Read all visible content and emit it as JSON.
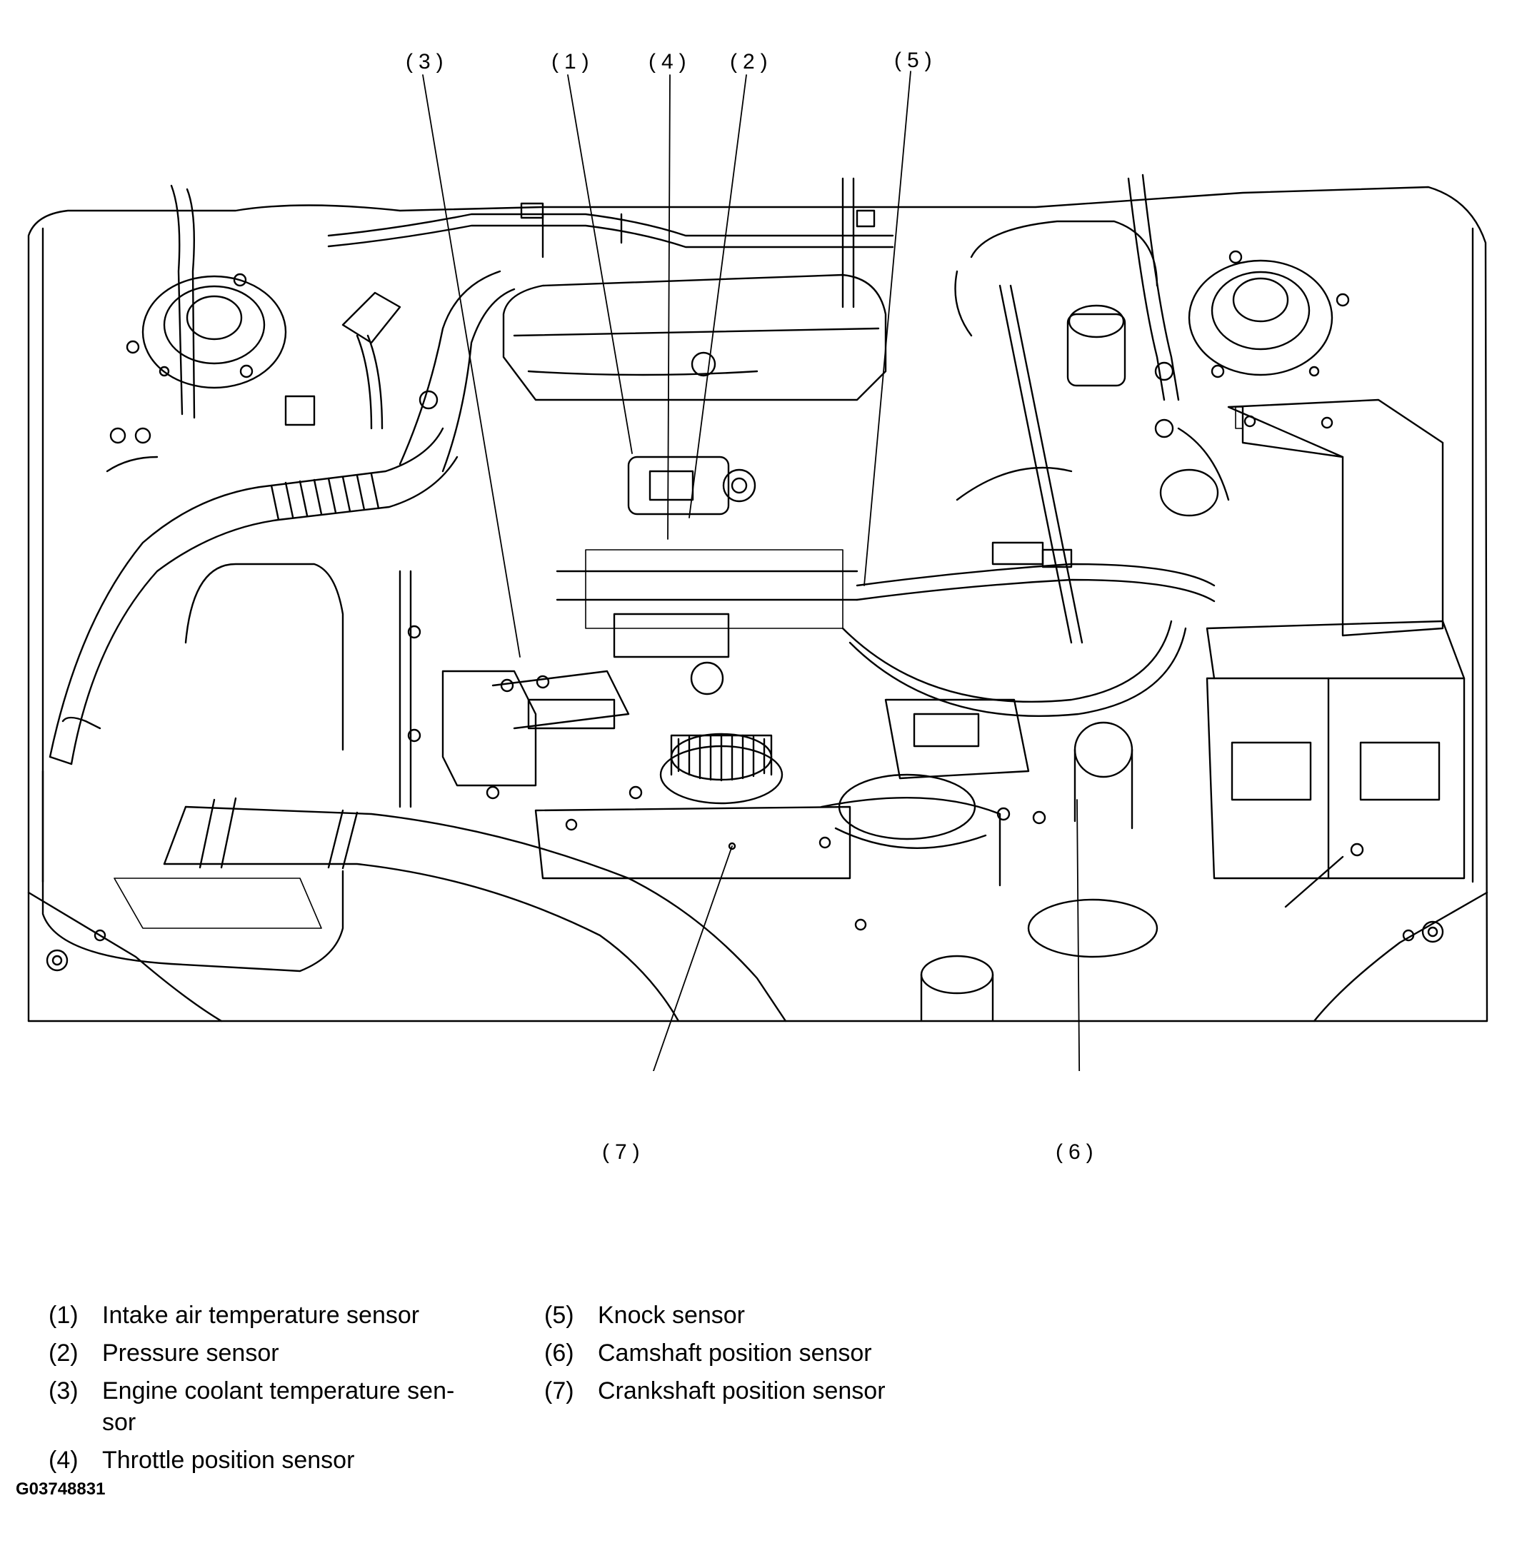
{
  "figure": {
    "id": "G03748831",
    "callouts": [
      "(1)",
      "(2)",
      "(3)",
      "(4)",
      "(5)",
      "(6)",
      "(7)"
    ]
  },
  "legend": [
    {
      "num": "(1)",
      "text": "Intake air temperature sensor"
    },
    {
      "num": "(2)",
      "text": "Pressure sensor"
    },
    {
      "num": "(3)",
      "text": "Engine coolant temperature sen- sor"
    },
    {
      "num": "(4)",
      "text": "Throttle position sensor"
    },
    {
      "num": "(5)",
      "text": "Knock sensor"
    },
    {
      "num": "(6)",
      "text": "Camshaft position sensor"
    },
    {
      "num": "(7)",
      "text": "Crankshaft position sensor"
    }
  ]
}
